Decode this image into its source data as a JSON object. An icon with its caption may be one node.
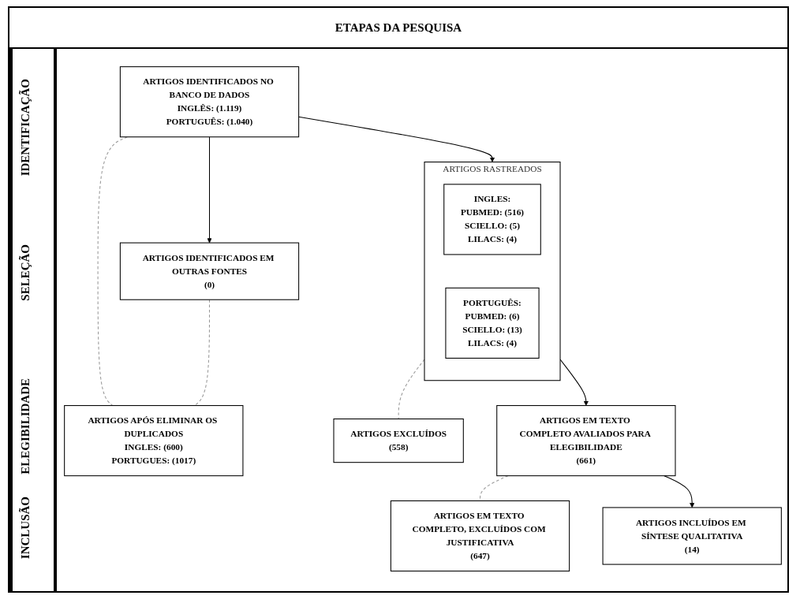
{
  "diagram": {
    "title": "ETAPAS DA PESQUISA",
    "nodes": [
      {
        "text": [
          "ARTIGOS IDENTIFICADOS NO BANCO DE DADOS",
          "INGLÊS: (1.119)",
          "PORTUGUÊS: (1.040)"
        ]
      },
      {
        "text": [
          "ARTIGOS IDENTIFICADOS EM OUTRAS FONTES",
          "(0)"
        ]
      },
      {
        "text": [
          "ARTIGOS APÓS ELIMINAR OS DUPLICADOS",
          "INGLES: (600)",
          "PORTUGUES: (1017)"
        ]
      },
      {
        "text": [
          "ARTIGOS RASTREADOS"
        ]
      },
      {
        "text": [
          "INGLES:",
          "PUBMED: (516)",
          "SCIELLO: (5)",
          "LILACS: (4)"
        ],
        "in": 3
      },
      {
        "text": [
          "PORTUGUÊS:",
          "PUBMED: (6)",
          "SCIELLO: (13)",
          "LILACS: (4)"
        ],
        "in": 3
      },
      {
        "text": [
          "ARTIGOS EXCLUÍDOS",
          "(558)"
        ]
      },
      {
        "text": [
          "ARTIGOS EM TEXTO COMPLETO AVALIADOS PARA ELEGIBILIDADE",
          "(661)"
        ]
      },
      {
        "text": [
          "ARTIGOS EM TEXTO COMPLETO, EXCLUÍDOS COM JUSTIFICATIVA",
          "(647)"
        ]
      },
      {
        "text": [
          "ARTIGOS INCLUÍDOS EM SÍNTESE QUALITATIVA",
          "(14)"
        ]
      }
    ],
    "edges": [
      {
        "from": 0,
        "to": 1,
        "arrow": "to"
      },
      {
        "from": 0,
        "to": 3,
        "arrow": "to"
      },
      {
        "from": 0,
        "to": 2,
        "arrow": "none",
        "style": "dashed",
        "color": "#999999"
      },
      {
        "from": 1,
        "to": 2,
        "arrow": "none",
        "style": "dashed",
        "color": "#999999"
      },
      {
        "from": 3,
        "to": 6,
        "arrow": "none",
        "style": "dashed",
        "color": "#999999"
      },
      {
        "from": 3,
        "to": 7,
        "arrow": "to"
      },
      {
        "from": 7,
        "to": 8,
        "arrow": "none",
        "style": "dashed",
        "color": "#999999"
      },
      {
        "from": 7,
        "to": 9,
        "arrow": "to"
      }
    ],
    "labels": [
      "IDENTIFICAÇÃO",
      "SELEÇÃO",
      "ELEGIBILIDADE",
      "INCLUSÃO"
    ]
  }
}
